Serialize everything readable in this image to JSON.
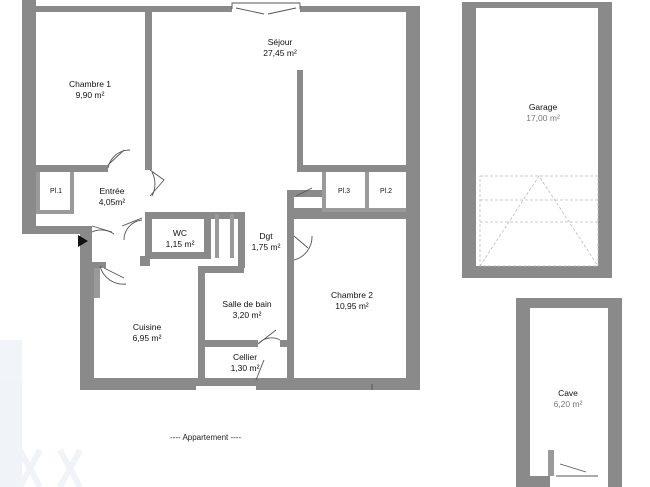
{
  "rooms": {
    "chambre1": {
      "name": "Chambre 1",
      "area": "9,90 m²"
    },
    "sejour": {
      "name": "Séjour",
      "area": "27,45 m²"
    },
    "entree": {
      "name": "Entrée",
      "area": "4,05m²"
    },
    "pl1": {
      "name": "Pl.1"
    },
    "pl2": {
      "name": "Pl.2"
    },
    "pl3": {
      "name": "Pl.3"
    },
    "wc": {
      "name": "WC",
      "area": "1,15 m²"
    },
    "dgt": {
      "name": "Dgt",
      "area": "1,75 m²"
    },
    "chambre2": {
      "name": "Chambre 2",
      "area": "10,95 m²"
    },
    "sdb": {
      "name": "Salle de bain",
      "area": "3,20 m²"
    },
    "cuisine": {
      "name": "Cuisine",
      "area": "6,95 m²"
    },
    "cellier": {
      "name": "Cellier",
      "area": "1,30 m²"
    },
    "garage": {
      "name": "Garage",
      "area": "17,00 m²"
    },
    "cave": {
      "name": "Cave",
      "area": "6,20 m²"
    }
  },
  "caption": "---- Appartement ----",
  "colors": {
    "wall": "#8a8a8a",
    "text": "#111111",
    "muted_text": "#777777"
  }
}
